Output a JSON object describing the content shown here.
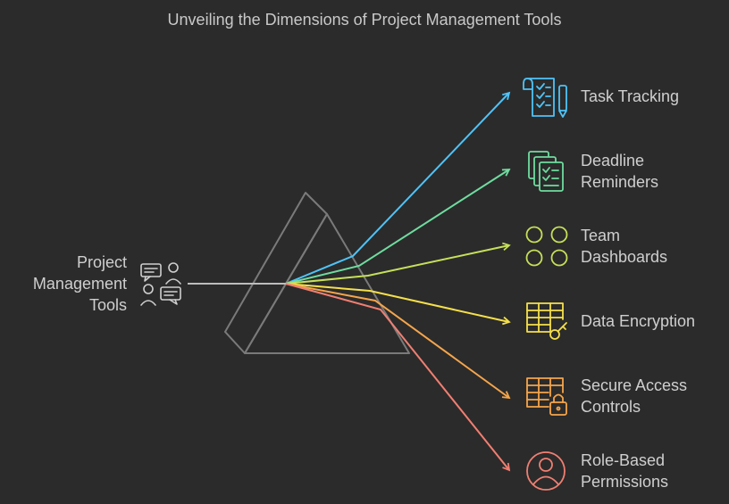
{
  "title": "Unveiling the Dimensions of Project Management Tools",
  "source": {
    "lines": [
      "Project",
      "Management",
      "Tools"
    ],
    "icon": "team-chat-icon"
  },
  "outputs": [
    {
      "lines": [
        "Task Tracking"
      ],
      "icon": "task-list-icon",
      "color": "#4fc3f7"
    },
    {
      "lines": [
        "Deadline",
        "Reminders"
      ],
      "icon": "checklist-docs-icon",
      "color": "#6fdc9f"
    },
    {
      "lines": [
        "Team",
        "Dashboards"
      ],
      "icon": "circles-grid-icon",
      "color": "#c6e05a"
    },
    {
      "lines": [
        "Data Encryption"
      ],
      "icon": "table-key-icon",
      "color": "#f5e04b"
    },
    {
      "lines": [
        "Secure Access",
        "Controls"
      ],
      "icon": "table-lock-icon",
      "color": "#f5a54b"
    },
    {
      "lines": [
        "Role-Based",
        "Permissions"
      ],
      "icon": "user-circle-icon",
      "color": "#f07f72"
    }
  ]
}
